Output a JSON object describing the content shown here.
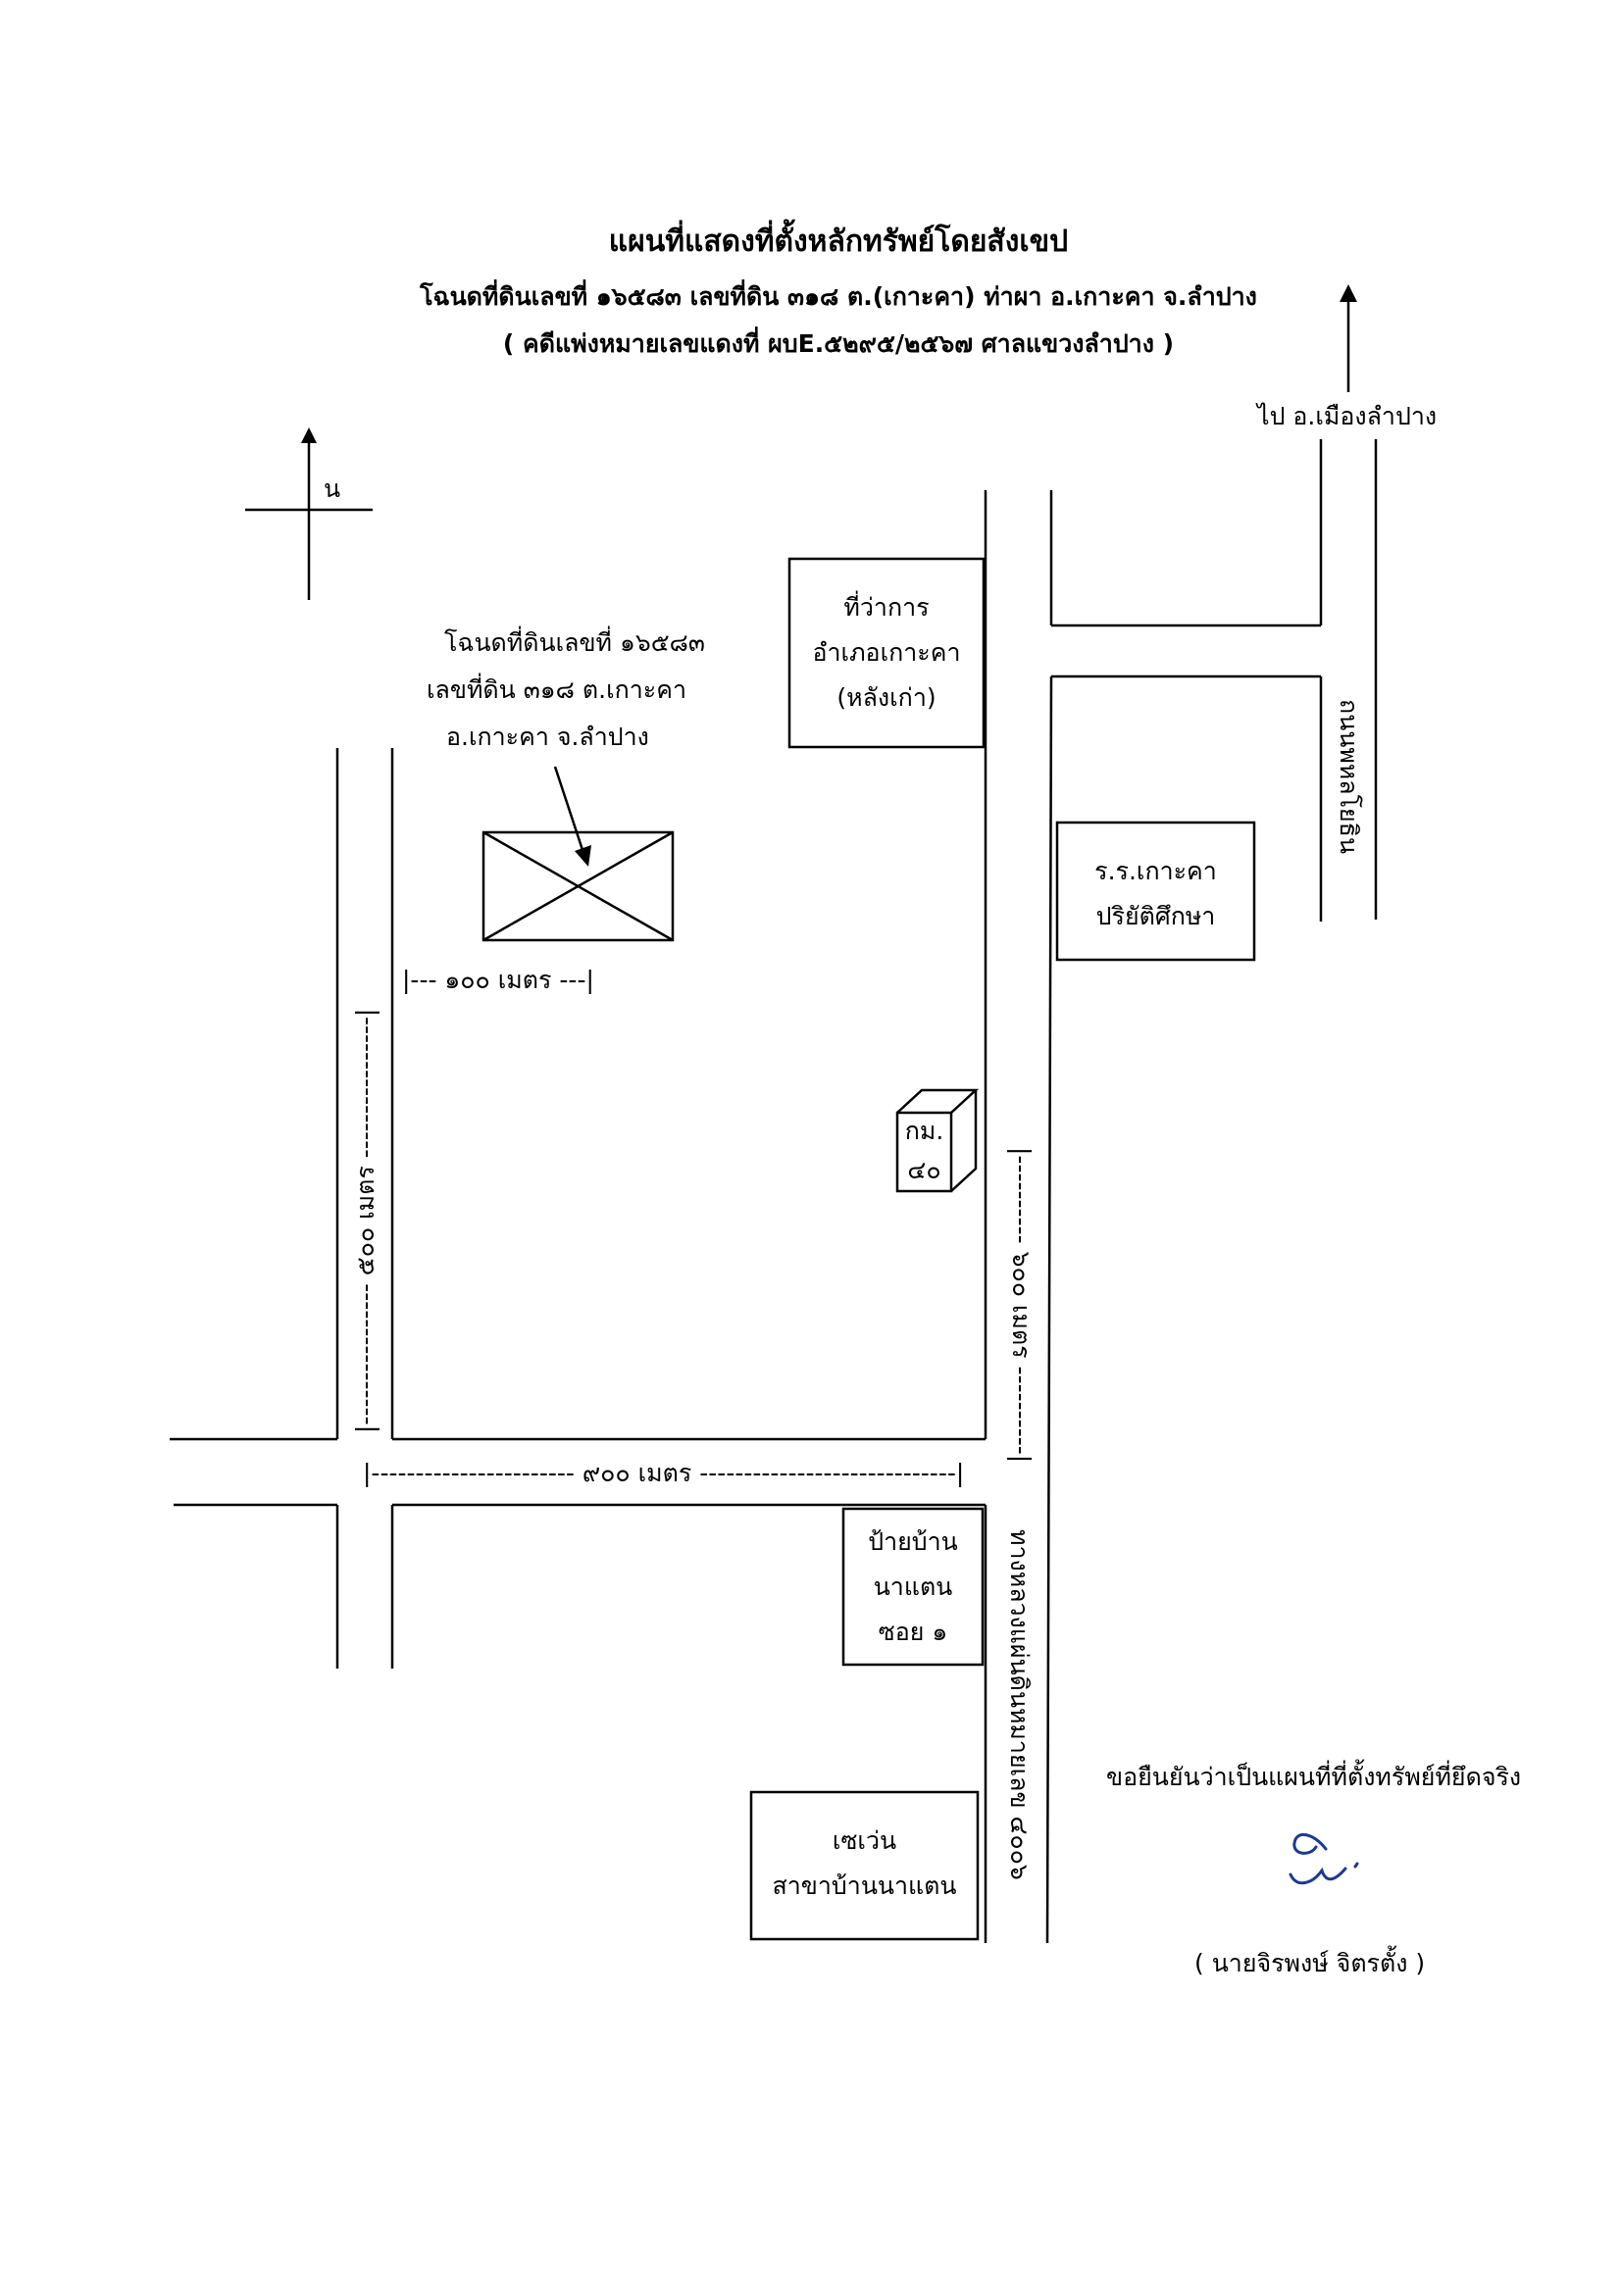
{
  "header": {
    "title": "แผนที่แสดงที่ตั้งหลักทรัพย์โดยสังเขป",
    "deed_line": "โฉนดที่ดินเลขที่ ๑๖๕๘๓ เลขที่ดิน ๓๑๘ ต.(เกาะคา) ท่าผา  อ.เกาะคา  จ.ลำปาง",
    "case_line": "( คดีแพ่งหมายเลขแดงที่  ผบE.๕๒๙๕/๒๕๖๗ ศาลแขวงลำปาง )"
  },
  "compass": {
    "north_label": "น"
  },
  "direction": {
    "label": "ไป อ.เมืองลำปาง"
  },
  "property": {
    "line1": "โฉนดที่ดินเลขที่ ๑๖๕๘๓",
    "line2": "เลขที่ดิน ๓๑๘ ต.เกาะคา",
    "line3": "อ.เกาะคา  จ.ลำปาง"
  },
  "landmarks": {
    "district_office": {
      "line1": "ที่ว่าการ",
      "line2": "อำเภอเกาะคา",
      "line3": "(หลังเก่า)"
    },
    "school": {
      "line1": "ร.ร.เกาะคา",
      "line2": "ปริยัติศึกษา"
    },
    "km_marker": {
      "line1": "กม.",
      "line2": "๔๐"
    },
    "village_sign": {
      "line1": "ป้ายบ้าน",
      "line2": "นาแตน",
      "line3": "ซอย ๑"
    },
    "seven_eleven": {
      "line1": "เซเว่น",
      "line2": "สาขาบ้านนาแตน"
    }
  },
  "roads": {
    "phahon_yothin": "ถนนพหลโยธิน",
    "highway": "ทางหลวงแผ่นดินหมายเลข ๔๐๐๖"
  },
  "distances": {
    "d100": "|--- ๑๐๐ เมตร ---|",
    "d500": "|---------------- ๕๐๐ เมตร ----------------|",
    "d600": "|---------- ๖๐๐ เมตร ----------|",
    "d900": "|----------------------- ๙๐๐ เมตร -----------------------------|"
  },
  "certification": {
    "statement": "ขอยืนยันว่าเป็นแผนที่ที่ตั้งทรัพย์ที่ยึดจริง",
    "signer": "( นายจิรพงษ์  จิตรตั้ง )"
  },
  "colors": {
    "ink": "#000000",
    "signature": "#1c3a8f",
    "paper": "#ffffff"
  }
}
